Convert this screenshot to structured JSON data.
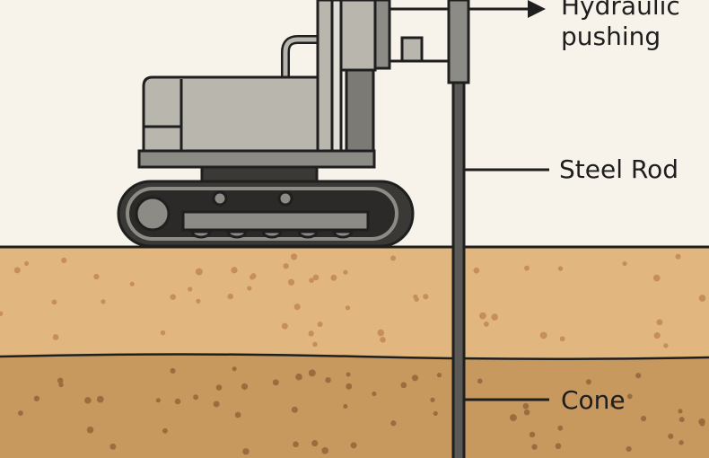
{
  "labels": {
    "hydraulic_line1": "Hydraulic",
    "hydraulic_line2": "pushing",
    "steel_rod": "Steel Rod",
    "cone": "Cone"
  },
  "colors": {
    "background": "#f7f2ea",
    "upper_soil": "#e2b77f",
    "lower_soil": "#c7995f",
    "machine_light": "#b9b6ad",
    "machine_mid": "#8d8b85",
    "machine_dark": "#3a3936",
    "outline": "#1f1f1f"
  }
}
